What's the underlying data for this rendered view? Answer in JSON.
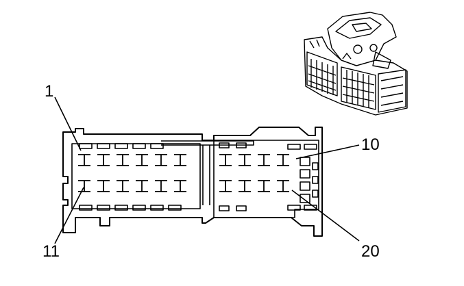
{
  "diagram": {
    "labels": {
      "pin_1": "1",
      "pin_10": "10",
      "pin_11": "11",
      "pin_20": "20"
    },
    "colors": {
      "ink": "#000000",
      "paper": "#ffffff"
    }
  }
}
